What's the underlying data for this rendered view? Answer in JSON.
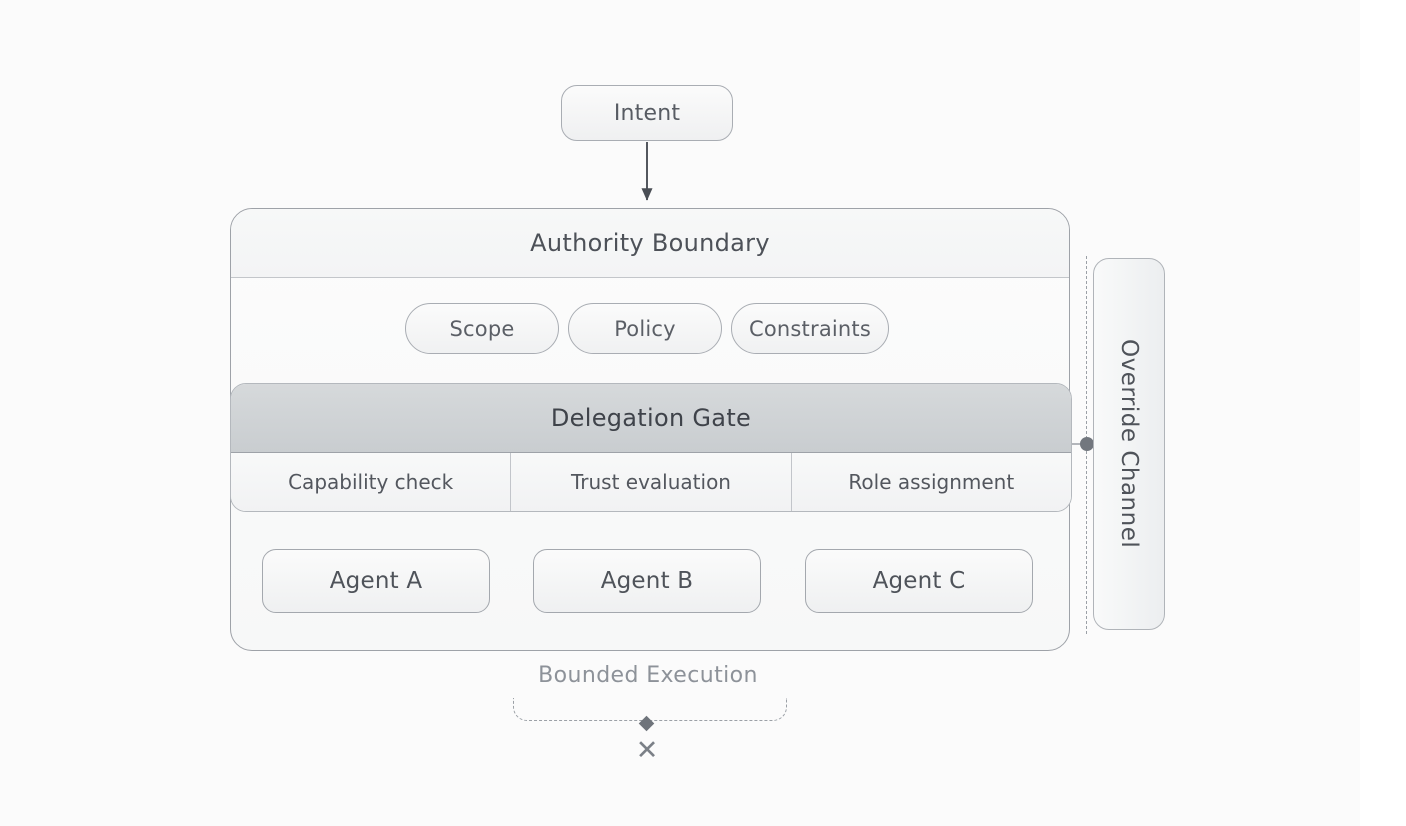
{
  "diagram": {
    "title": "Authority Boundary",
    "background": "#fbfbfb",
    "accent": "#72777e"
  },
  "intent": {
    "label": "Intent"
  },
  "authority_boundary": {
    "header": "Authority Boundary",
    "pills": [
      {
        "label": "Scope"
      },
      {
        "label": "Policy"
      },
      {
        "label": "Constraints"
      }
    ]
  },
  "delegation_gate": {
    "title": "Delegation Gate",
    "subitems": [
      {
        "label": "Capability check"
      },
      {
        "label": "Trust evaluation"
      },
      {
        "label": "Role assignment"
      }
    ]
  },
  "agents": [
    {
      "label": "Agent A"
    },
    {
      "label": "Agent B"
    },
    {
      "label": "Agent C"
    }
  ],
  "override": {
    "label": "Override Channel"
  },
  "bounded_execution": {
    "label": "Bounded Execution",
    "terminator": "✕"
  }
}
